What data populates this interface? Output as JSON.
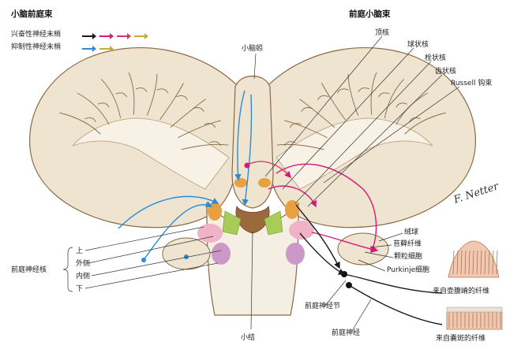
{
  "header_left": "小脑前庭束",
  "header_right": "前庭小脑束",
  "legend": {
    "excitatory": "兴奋性神经末梢",
    "inhibitory": "抑制性神经末梢",
    "excitatory_colors": [
      "#1a1a1a",
      "#d9177a",
      "#d63864",
      "#c9a83c"
    ],
    "inhibitory_colors": [
      "#2a8bd6",
      "#c9a83c"
    ]
  },
  "labels": {
    "vermis": "小脑蚓",
    "fastigial": "顶核",
    "globose": "球状核",
    "emboliform": "栓状核",
    "dentate": "齿状核",
    "russell": "Russell 钩束",
    "glomerulus": "绒球",
    "mossy": "苔藓纤维",
    "granule": "颗粒细胞",
    "purkinje": "Purkinje细胞",
    "from_hair_cells": "来自壶腹嵴的纤维",
    "from_macula": "来自囊斑的纤维",
    "vest_ganglion": "前庭神经节",
    "vest_nerve": "前庭神经",
    "nodule": "小结",
    "vest_nuclei": "前庭神经核",
    "n_superior": "上",
    "n_lateral": "外侧",
    "n_medial": "内侧",
    "n_inferior": "下"
  },
  "signature": "F. Netter",
  "colors": {
    "cortex": "#efe4cf",
    "white_matter": "#f7f1e6",
    "folia_line": "#8a6a44",
    "nucleus_orange": "#e8a040",
    "nucleus_green": "#a8cc58",
    "nucleus_pink": "#f0b2c6",
    "nucleus_purple": "#cc98c8"
  }
}
